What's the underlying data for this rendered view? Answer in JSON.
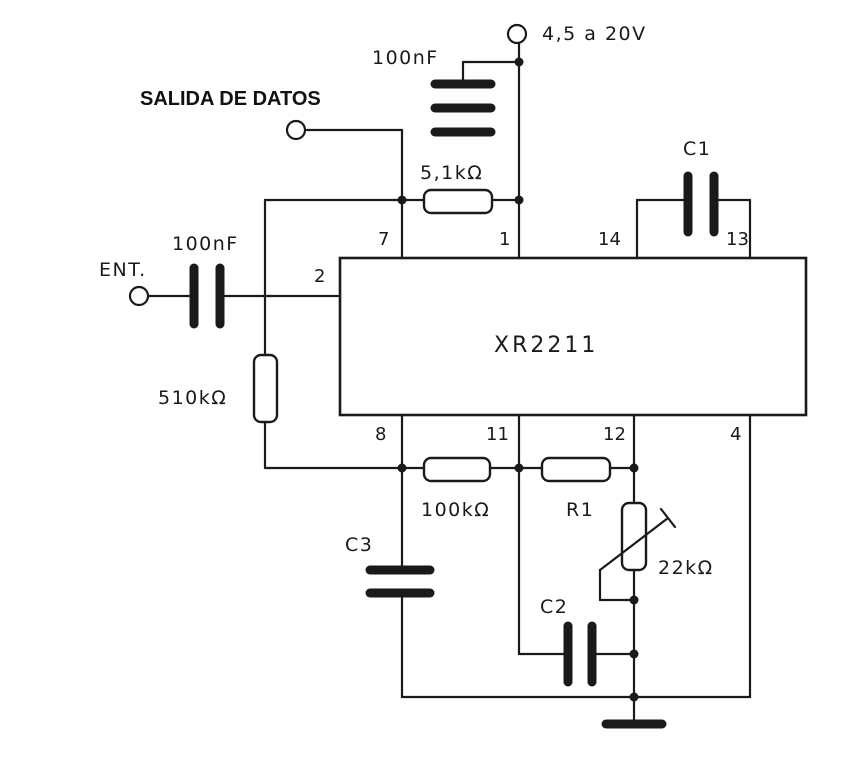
{
  "supply_label": "4,5 a 20V",
  "output_label": "SALIDA DE DATOS",
  "input_label": "ENT.",
  "ic_label": "XR2211",
  "components": {
    "supply_cap": "100nF",
    "input_cap": "100nF",
    "r_pullup": "5,1kΩ",
    "r_510k": "510kΩ",
    "r_100k": "100kΩ",
    "r1": "R1",
    "pot": "22kΩ",
    "c1": "C1",
    "c2": "C2",
    "c3": "C3"
  },
  "pins": {
    "p7": "7",
    "p1": "1",
    "p14": "14",
    "p13": "13",
    "p2": "2",
    "p8": "8",
    "p11": "11",
    "p12": "12",
    "p4": "4"
  }
}
